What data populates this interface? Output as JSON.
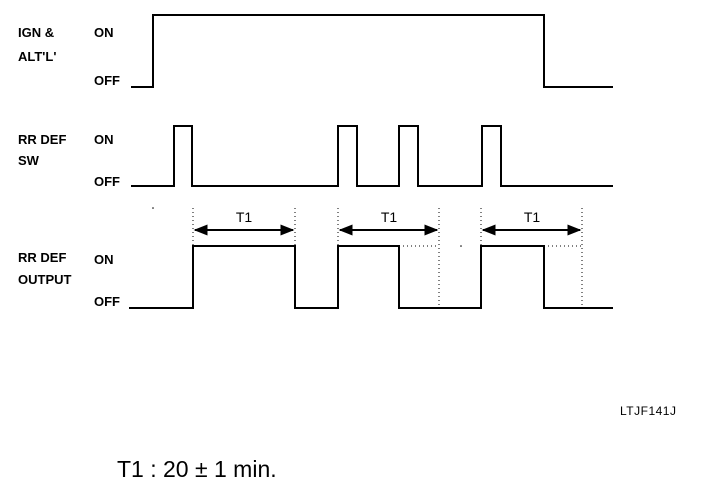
{
  "signals": [
    {
      "id": "ign",
      "label_lines": [
        "IGN &",
        "ALT'L'"
      ],
      "on_label": "ON",
      "off_label": "OFF"
    },
    {
      "id": "sw",
      "label_lines": [
        "RR DEF",
        "SW"
      ],
      "on_label": "ON",
      "off_label": "OFF"
    },
    {
      "id": "out",
      "label_lines": [
        "RR DEF",
        "OUTPUT"
      ],
      "on_label": "ON",
      "off_label": "OFF"
    }
  ],
  "timers": [
    "T1",
    "T1",
    "T1"
  ],
  "figure_code": "LTJF141J",
  "note": "T1 : 20 ± 1 min."
}
